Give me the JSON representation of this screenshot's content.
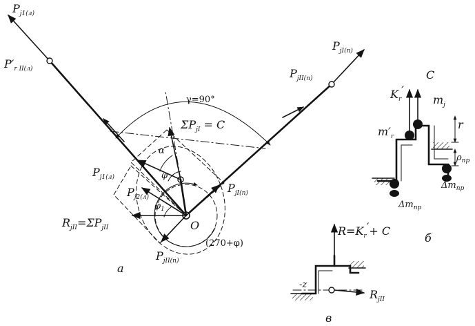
{
  "main": {
    "labels": {
      "pj1_left_main": "P",
      "pj1_left_sub": "j1(л)",
      "pr2_left_main": "P′",
      "pr2_left_sub": "r II(л)",
      "pj1_right_main": "P",
      "pj1_right_sub": "jI(п)",
      "pj2_right_main": "P",
      "pj2_right_sub": "jII(п)",
      "gamma": "γ=90°",
      "sum_main": "ΣP",
      "sum_sub": "jI",
      "sum_tail": " = C",
      "alpha": "α",
      "phi": "φ",
      "phi1_main": "φ",
      "phi1_sub": "1",
      "pj1l_main": "P",
      "pj1l_sub": "j1(л)",
      "pj2l_main": "P",
      "pj2l_sub": "j2(л)",
      "pj1n_main": "P",
      "pj1n_sub": "jI(п)",
      "rj_main": "R",
      "rj_sub": "jII",
      "rj_eq_main": "=ΣP",
      "rj_eq_sub": "jII",
      "o": "O",
      "angle": "(270+φ)",
      "pjbot_main": "P",
      "pjbot_sub": "jII(п)",
      "fig_a": "a"
    }
  },
  "right": {
    "labels": {
      "c": "C",
      "kr_main": "K",
      "kr_sub": "r",
      "kr_prime": "′",
      "mj_main": "m",
      "mj_sub": "j",
      "mr_main": "m′",
      "mr_sub": "r",
      "r": "r",
      "rho_main": "ρ",
      "rho_sub": "пр",
      "dm_main": "Δm",
      "dm_sub": "пр",
      "dm2_main": "Δm",
      "dm2_sub": "пр",
      "fig_b": "б"
    }
  },
  "bottom": {
    "labels": {
      "eq_r": "R=K",
      "eq_r_sub": "r",
      "eq_prime": "′",
      "eq_c": "+ C",
      "z": "-z",
      "rj_main": "R",
      "rj_sub": "jII",
      "fig_v": "в"
    }
  }
}
